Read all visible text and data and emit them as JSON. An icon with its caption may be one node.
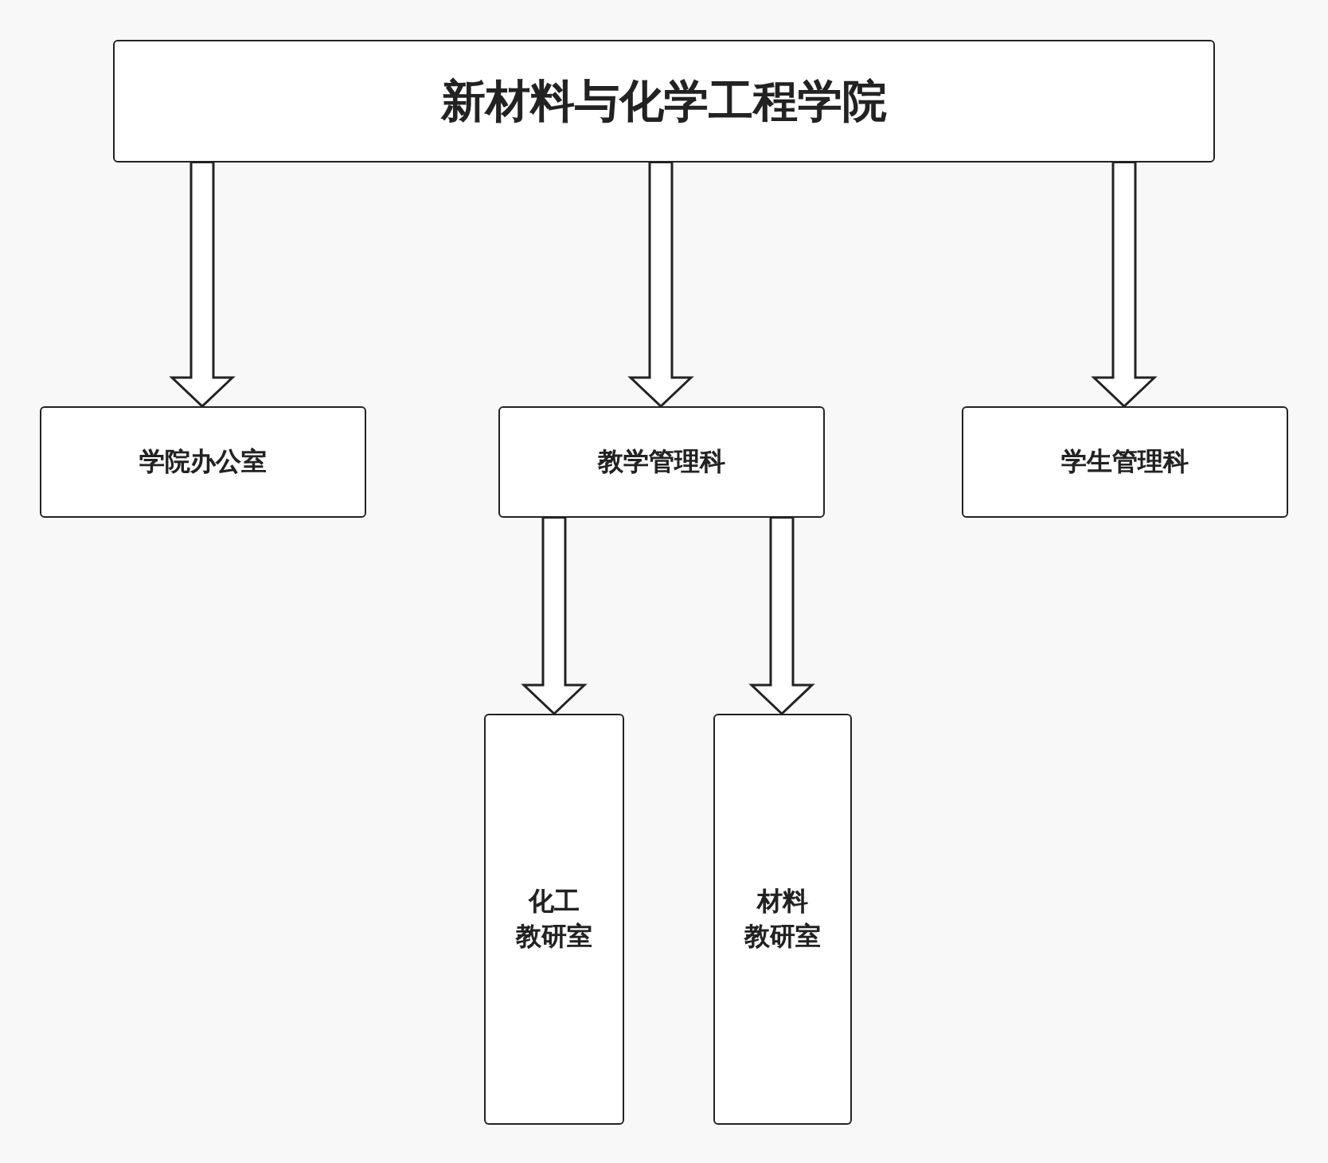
{
  "diagram": {
    "nodes": [
      {
        "text": [
          "新材料与化学工程学院"
        ]
      },
      {
        "text": [
          "学院办公室"
        ]
      },
      {
        "text": [
          "教学管理科"
        ]
      },
      {
        "text": [
          "学生管理科"
        ]
      },
      {
        "text": [
          "化工",
          "教研室"
        ]
      },
      {
        "text": [
          "材料",
          "教研室"
        ]
      }
    ],
    "edges": [
      {
        "from": 0,
        "to": 1,
        "arrow": "to"
      },
      {
        "from": 0,
        "to": 2,
        "arrow": "to"
      },
      {
        "from": 0,
        "to": 3,
        "arrow": "to"
      },
      {
        "from": 2,
        "to": 4,
        "arrow": "to"
      },
      {
        "from": 2,
        "to": 5,
        "arrow": "to"
      }
    ]
  }
}
